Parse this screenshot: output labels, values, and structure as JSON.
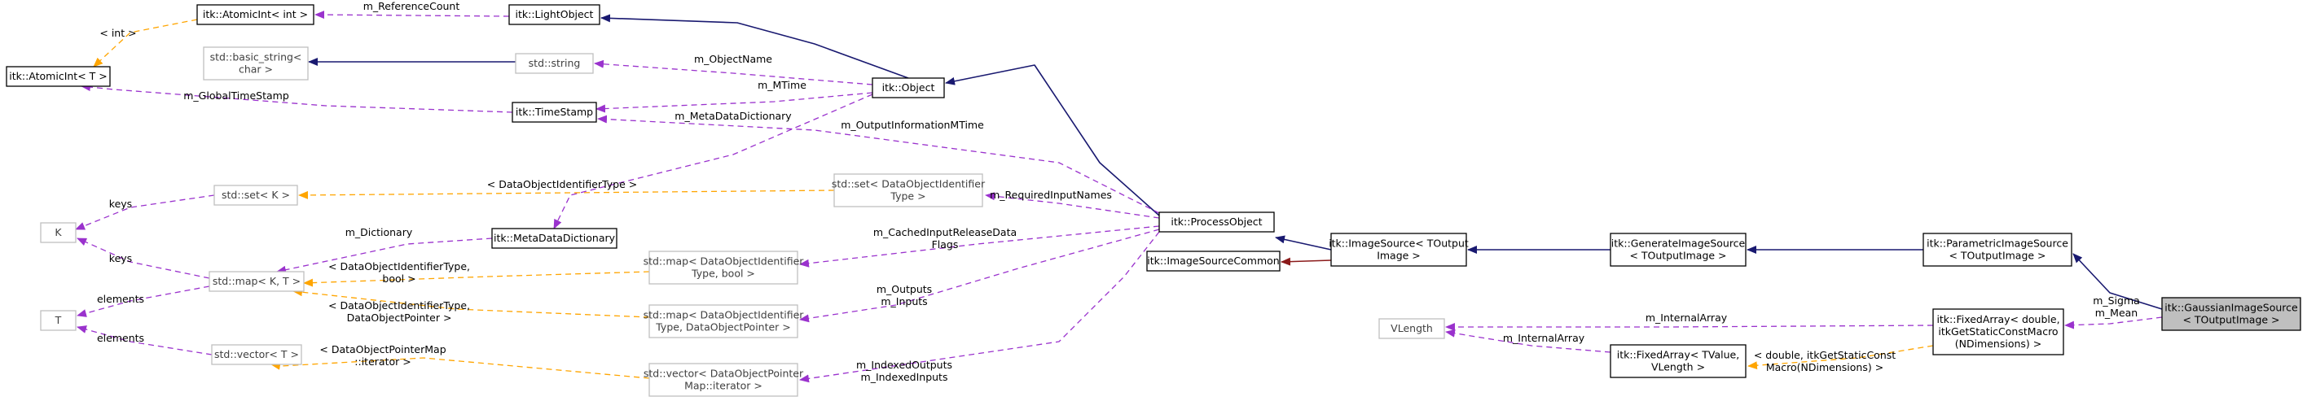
{
  "nodes": {
    "atomic_int_int": [
      "itk::AtomicInt< int >"
    ],
    "light_object": [
      "itk::LightObject"
    ],
    "atomic_int_t": [
      "itk::AtomicInt< T >"
    ],
    "basic_string": [
      "std::basic_string<",
      "char >"
    ],
    "std_string": [
      "std::string"
    ],
    "object": [
      "itk::Object"
    ],
    "timestamp": [
      "itk::TimeStamp"
    ],
    "std_set_k": [
      "std::set< K >"
    ],
    "std_set_doid": [
      "std::set< DataObjectIdentifier",
      "Type >"
    ],
    "k": [
      "K"
    ],
    "metadata_dictionary": [
      "itk::MetaDataDictionary"
    ],
    "process_object": [
      "itk::ProcessObject"
    ],
    "std_map_kt": [
      "std::map< K, T >"
    ],
    "std_map_doid_bool": [
      "std::map< DataObjectIdentifier",
      "Type, bool >"
    ],
    "image_source_common": [
      "itk::ImageSourceCommon"
    ],
    "image_source": [
      "itk::ImageSource< TOutput",
      "Image >"
    ],
    "generate_image_source": [
      "itk::GenerateImageSource",
      "< TOutputImage >"
    ],
    "parametric_image_source": [
      "itk::ParametricImageSource",
      "< TOutputImage >"
    ],
    "gaussian_image_source": [
      "itk::GaussianImageSource",
      "< TOutputImage >"
    ],
    "t": [
      "T"
    ],
    "std_map_doid_ptr": [
      "std::map< DataObjectIdentifier",
      "Type, DataObjectPointer >"
    ],
    "vlength": [
      "VLength"
    ],
    "fixed_array_double": [
      "itk::FixedArray< double,",
      "itkGetStaticConstMacro",
      "(NDimensions) >"
    ],
    "std_vector_t": [
      "std::vector< T >"
    ],
    "fixed_array_tvalue": [
      "itk::FixedArray< TValue,",
      "VLength >"
    ],
    "std_vector_doptr": [
      "std::vector< DataObjectPointer",
      "Map::iterator >"
    ]
  },
  "edge_labels": {
    "reference_count": [
      "m_ReferenceCount"
    ],
    "int_tpl": [
      "< int >"
    ],
    "object_name": [
      "m_ObjectName"
    ],
    "global_timestamp": [
      "m_GlobalTimeStamp"
    ],
    "mtime": [
      "m_MTime"
    ],
    "metadata_dictionary_lbl": [
      "m_MetaDataDictionary"
    ],
    "output_info_mtime": [
      "m_OutputInformationMTime"
    ],
    "doid_type_tpl": [
      "< DataObjectIdentifierType >"
    ],
    "required_input_names": [
      "m_RequiredInputNames"
    ],
    "keys_set": [
      "keys"
    ],
    "dictionary": [
      "m_Dictionary"
    ],
    "cached_input": [
      "m_CachedInputReleaseData",
      "Flags"
    ],
    "keys_map": [
      "keys"
    ],
    "doid_bool_tpl": [
      "< DataObjectIdentifierType,",
      "bool >"
    ],
    "outputs_inputs": [
      "m_Outputs",
      "m_Inputs"
    ],
    "elements_map": [
      "elements"
    ],
    "doid_ptr_tpl": [
      "< DataObjectIdentifierType,",
      "DataObjectPointer >"
    ],
    "sigma_mean": [
      "m_Sigma",
      "m_Mean"
    ],
    "internal_array_1": [
      "m_InternalArray"
    ],
    "internal_array_2": [
      "m_InternalArray"
    ],
    "elements_vec": [
      "elements"
    ],
    "doptr_map_tpl": [
      "< DataObjectPointerMap",
      "::iterator >"
    ],
    "indexed_outputs_inputs": [
      "m_IndexedOutputs",
      "m_IndexedInputs"
    ],
    "double_tpl": [
      "< double, itkGetStaticConst",
      "Macro(NDimensions) >"
    ]
  },
  "colors": {
    "inheritance": "#191970",
    "usage": "#9a32cd",
    "template": "#ffa500",
    "private_inheritance": "#8b1a1a",
    "highlight_fill": "#bfbfbf"
  }
}
